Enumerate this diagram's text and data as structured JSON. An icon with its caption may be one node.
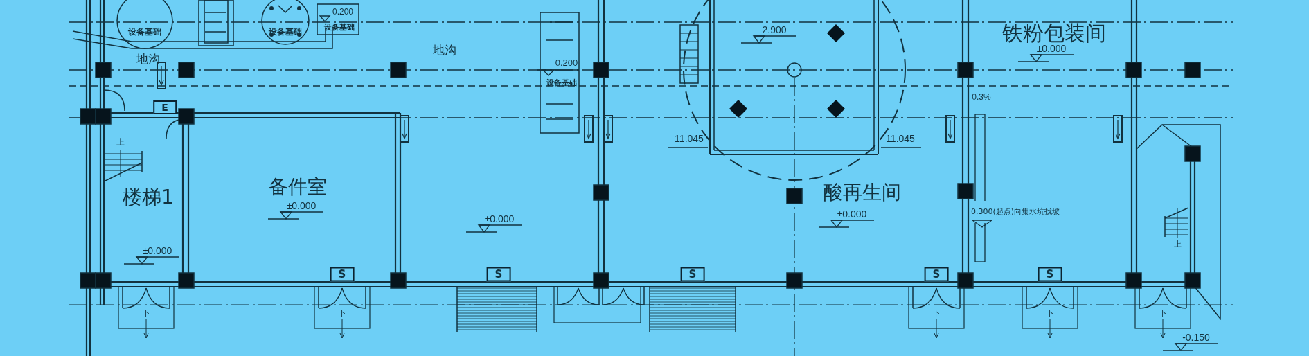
{
  "diagram": {
    "labels": [
      "设备基础",
      "设备基础",
      "0.200",
      "设备基础",
      "2.900",
      "铁粉包装间",
      "±0.000",
      "地沟",
      "地沟",
      "0.200",
      "设备基础",
      "0.3%",
      "E",
      "11.045",
      "11.045",
      "上",
      "备件室",
      "楼梯1",
      "酸再生间",
      "±0.000",
      "±0.000",
      "0.300(起点)向集水坑找坡",
      "±0.000",
      "上",
      "±0.000",
      "S",
      "S",
      "S",
      "S",
      "S",
      "下",
      "下",
      "下",
      "下",
      "下",
      "-0.150"
    ]
  }
}
